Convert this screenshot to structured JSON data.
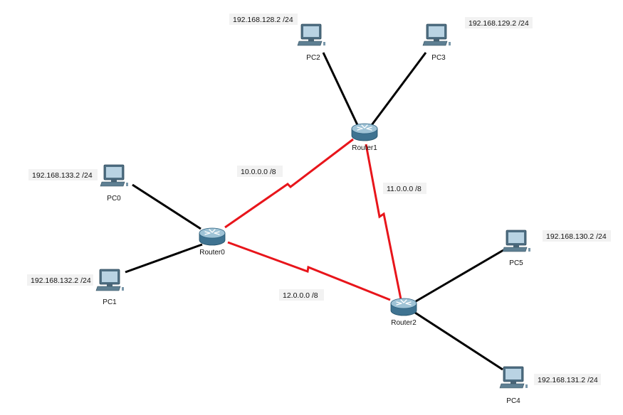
{
  "colors": {
    "ethernet_link": "#000000",
    "serial_link": "#e8151b",
    "router_body": "#3f7391",
    "router_top": "#9fc3d6",
    "pc_monitor": "#4f6f83",
    "pc_screen": "#b9d3e3",
    "label_background": "#f2f2f2"
  },
  "routers": [
    {
      "id": "router0",
      "label": "Router0",
      "icon": "router-icon"
    },
    {
      "id": "router1",
      "label": "Router1",
      "icon": "router-icon"
    },
    {
      "id": "router2",
      "label": "Router2",
      "icon": "router-icon"
    }
  ],
  "pcs": [
    {
      "id": "pc0",
      "label": "PC0",
      "ip": "192.168.133.2 /24",
      "icon": "pc-icon"
    },
    {
      "id": "pc1",
      "label": "PC1",
      "ip": "192.168.132.2 /24",
      "icon": "pc-icon"
    },
    {
      "id": "pc2",
      "label": "PC2",
      "ip": "192.168.128.2 /24",
      "icon": "pc-icon"
    },
    {
      "id": "pc3",
      "label": "PC3",
      "ip": "192.168.129.2 /24",
      "icon": "pc-icon"
    },
    {
      "id": "pc4",
      "label": "PC4",
      "ip": "192.168.131.2 /24",
      "icon": "pc-icon"
    },
    {
      "id": "pc5",
      "label": "PC5",
      "ip": "192.168.130.2 /24",
      "icon": "pc-icon"
    }
  ],
  "serial_links": [
    {
      "id": "link-r0-r1",
      "from": "router0",
      "to": "router1",
      "network": "10.0.0.0 /8"
    },
    {
      "id": "link-r1-r2",
      "from": "router1",
      "to": "router2",
      "network": "11.0.0.0 /8"
    },
    {
      "id": "link-r0-r2",
      "from": "router0",
      "to": "router2",
      "network": "12.0.0.0 /8"
    }
  ],
  "ethernet_links": [
    {
      "from": "router0",
      "to": "pc0"
    },
    {
      "from": "router0",
      "to": "pc1"
    },
    {
      "from": "router1",
      "to": "pc2"
    },
    {
      "from": "router1",
      "to": "pc3"
    },
    {
      "from": "router2",
      "to": "pc5"
    },
    {
      "from": "router2",
      "to": "pc4"
    }
  ]
}
